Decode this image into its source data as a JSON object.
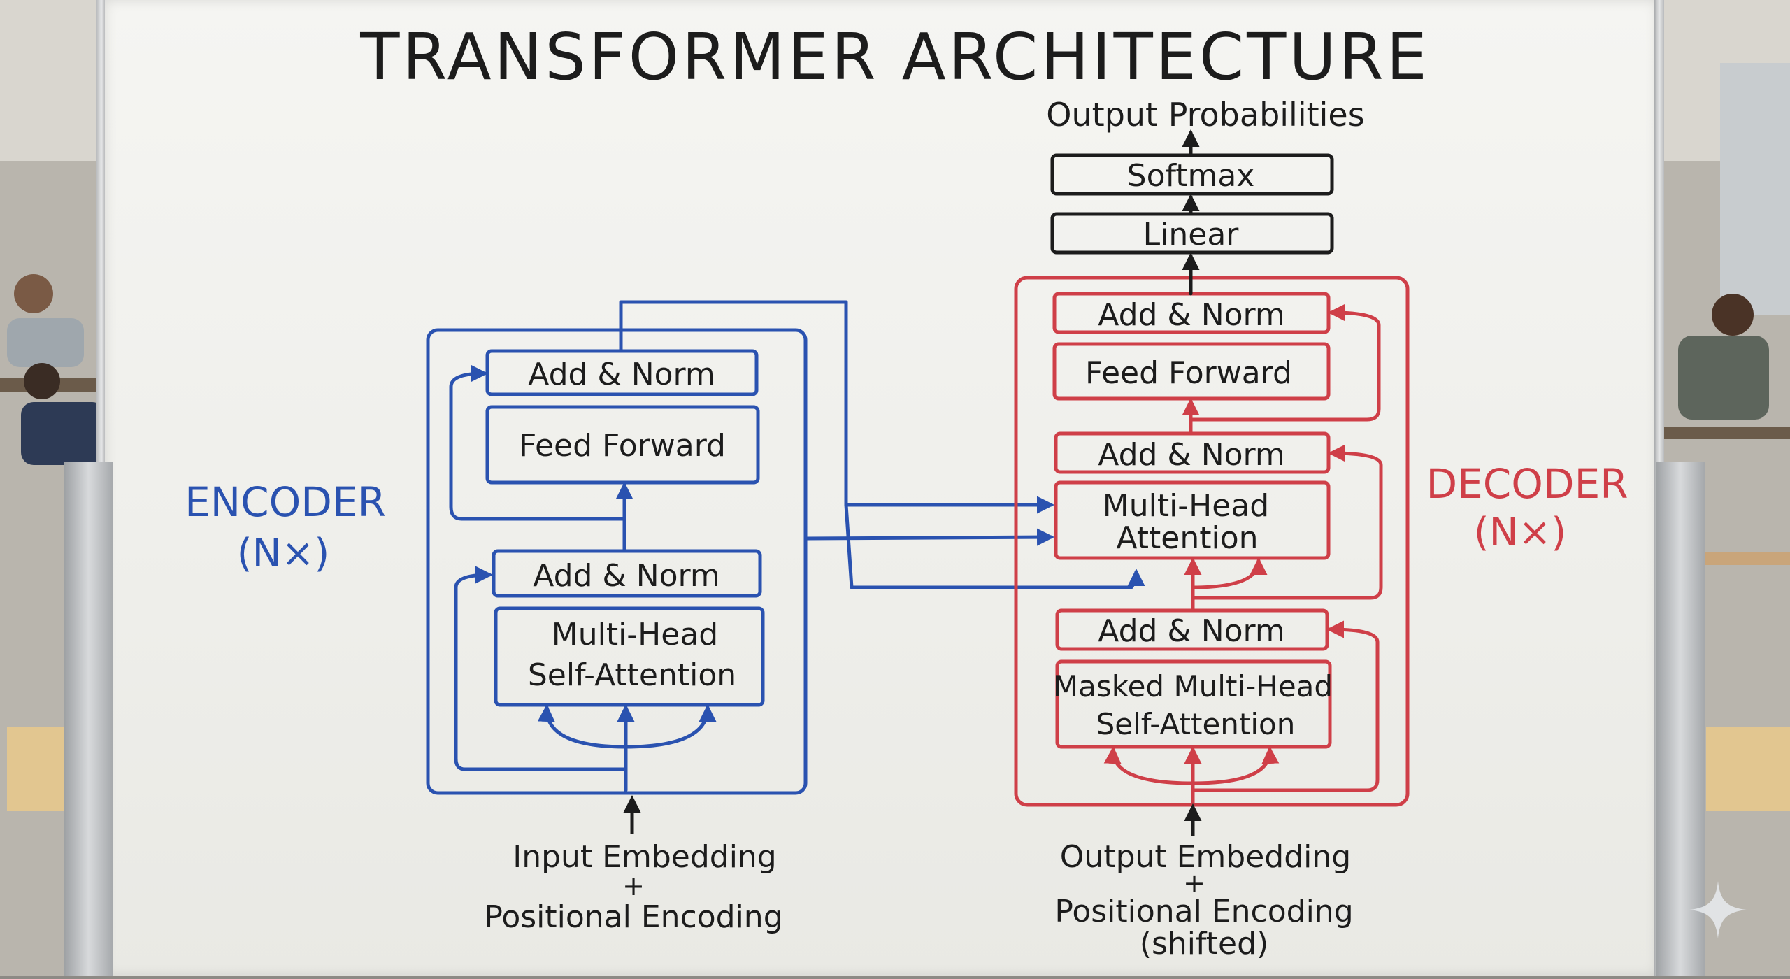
{
  "title": "TRANSFORMER ARCHITECTURE",
  "colors": {
    "encoder": "#2a52b0",
    "decoder": "#cf3f48",
    "ink": "#1c1c1c",
    "board": "#f3f3f0"
  },
  "encoder": {
    "label": "ENCODER",
    "repeat": "(N×)",
    "blocks": {
      "add_norm_top": "Add & Norm",
      "feed_forward": "Feed Forward",
      "add_norm_bottom": "Add & Norm",
      "attention_line1": "Multi-Head",
      "attention_line2": "Self-Attention"
    },
    "input": {
      "line1": "Input Embedding",
      "plus": "+",
      "line2": "Positional Encoding"
    }
  },
  "decoder": {
    "label": "DECODER",
    "repeat": "(N×)",
    "blocks": {
      "add_norm_top": "Add & Norm",
      "feed_forward": "Feed Forward",
      "add_norm_mid": "Add & Norm",
      "cross_attention_line1": "Multi-Head",
      "cross_attention_line2": "Attention",
      "add_norm_bottom": "Add & Norm",
      "masked_attention_line1": "Masked Multi-Head",
      "masked_attention_line2": "Self-Attention"
    },
    "input": {
      "line1": "Output Embedding",
      "plus": "+",
      "line2": "Positional Encoding",
      "line3": "(shifted)"
    }
  },
  "output": {
    "linear": "Linear",
    "softmax": "Softmax",
    "probabilities": "Output Probabilities"
  }
}
